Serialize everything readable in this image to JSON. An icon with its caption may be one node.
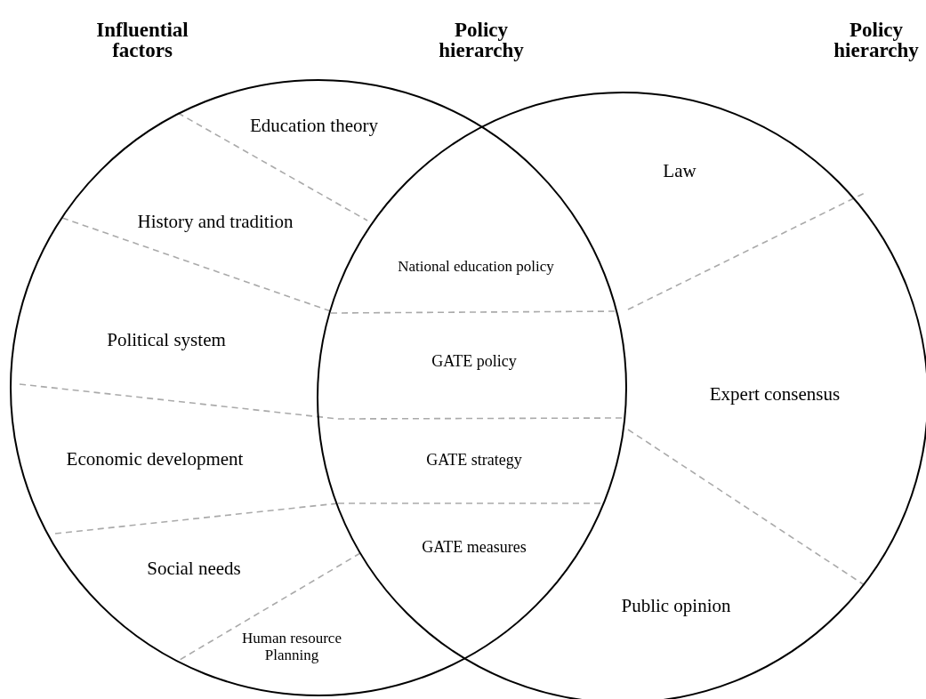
{
  "diagram": {
    "labels": [
      "Influential factors",
      "Policy hierarchy",
      "Policy hierarchy",
      "Education theory",
      "Law",
      "History and tradition",
      "National education policy",
      "Political system",
      "GATE policy",
      "Expert consensus",
      "Economic development",
      "GATE strategy",
      "Social needs",
      "GATE measures",
      "Public opinion",
      "Human resource Planning"
    ]
  }
}
